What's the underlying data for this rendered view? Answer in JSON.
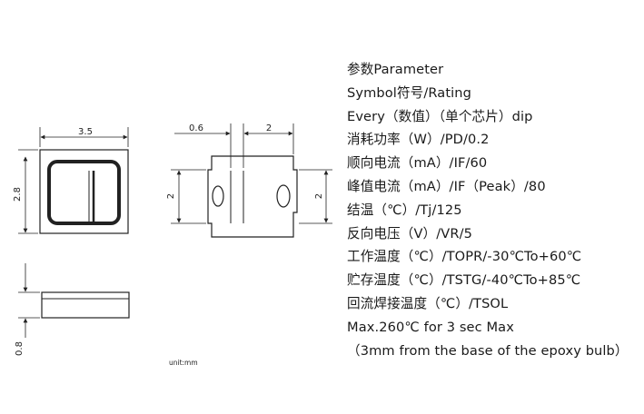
{
  "drawing": {
    "dims": {
      "top_width": "3.5",
      "top_height": "2.8",
      "bottom_pad_offset": "0.6",
      "bottom_pad_width": "2",
      "bottom_left_height": "2",
      "bottom_right_height": "2",
      "side_height": "0.8"
    },
    "unit_note": "unit:mm"
  },
  "specs": [
    "参数Parameter",
    "Symbol符号/Rating",
    "Every（数值）（单个芯片）dip",
    "消耗功率（W）/PD/0.2",
    "顺向电流（mA）/IF/60",
    "峰值电流（mA）/IF（Peak）/80",
    "结温（℃）/Tj/125",
    "反向电压（V）/VR/5",
    "工作温度（℃）/TOPR/-30℃To+60℃",
    "贮存温度（℃）/TSTG/-40℃To+85℃",
    "回流焊接温度（℃）/TSOL",
    "Max.260℃ for 3 sec Max",
    "（3mm from the base of the epoxy bulb）"
  ]
}
